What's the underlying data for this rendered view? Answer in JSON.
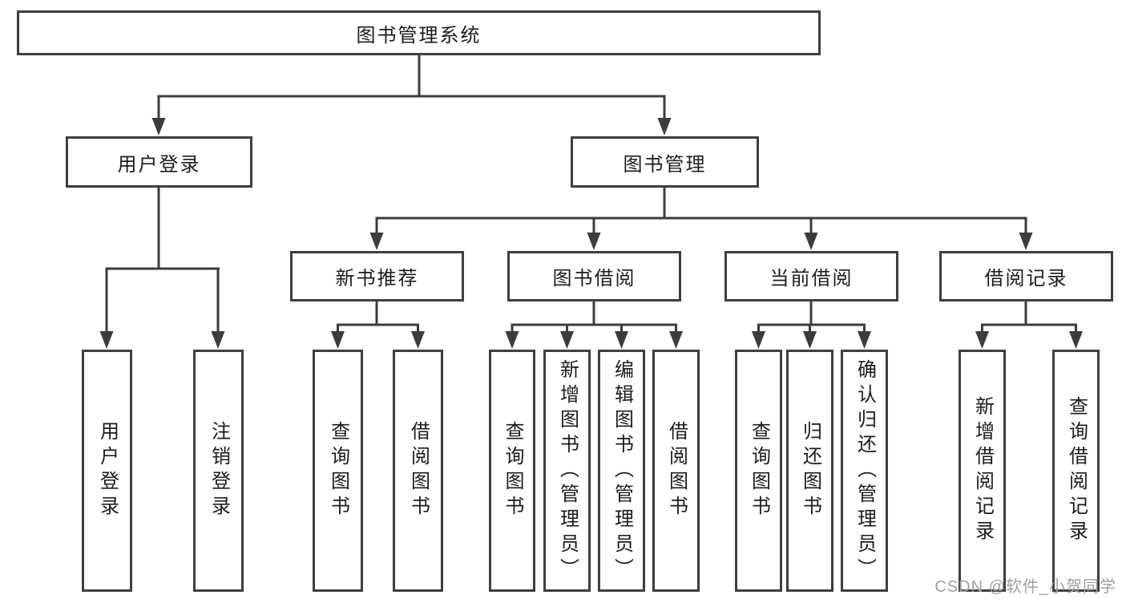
{
  "diagram": {
    "title_node": "图书管理系统",
    "branches": [
      {
        "label": "用户登录",
        "children": [
          "用户登录",
          "注销登录"
        ]
      },
      {
        "label": "图书管理",
        "sections": [
          {
            "label": "新书推荐",
            "children": [
              "查询图书",
              "借阅图书"
            ]
          },
          {
            "label": "图书借阅",
            "children": [
              "查询图书",
              "新增图书（管理员）",
              "编辑图书（管理员）",
              "借阅图书"
            ]
          },
          {
            "label": "当前借阅",
            "children": [
              "查询图书",
              "归还图书",
              "确认归还（管理员）"
            ]
          },
          {
            "label": "借阅记录",
            "children": [
              "新增借阅记录",
              "查询借阅记录"
            ]
          }
        ]
      }
    ]
  },
  "watermark": {
    "text": "CSDN @软件_小贺同学"
  },
  "colors": {
    "line": "#3c3c3c",
    "box_border": "#3f3f3f",
    "text": "#1c1c1c",
    "watermark": "#a0a0a0",
    "background": "#ffffff"
  }
}
